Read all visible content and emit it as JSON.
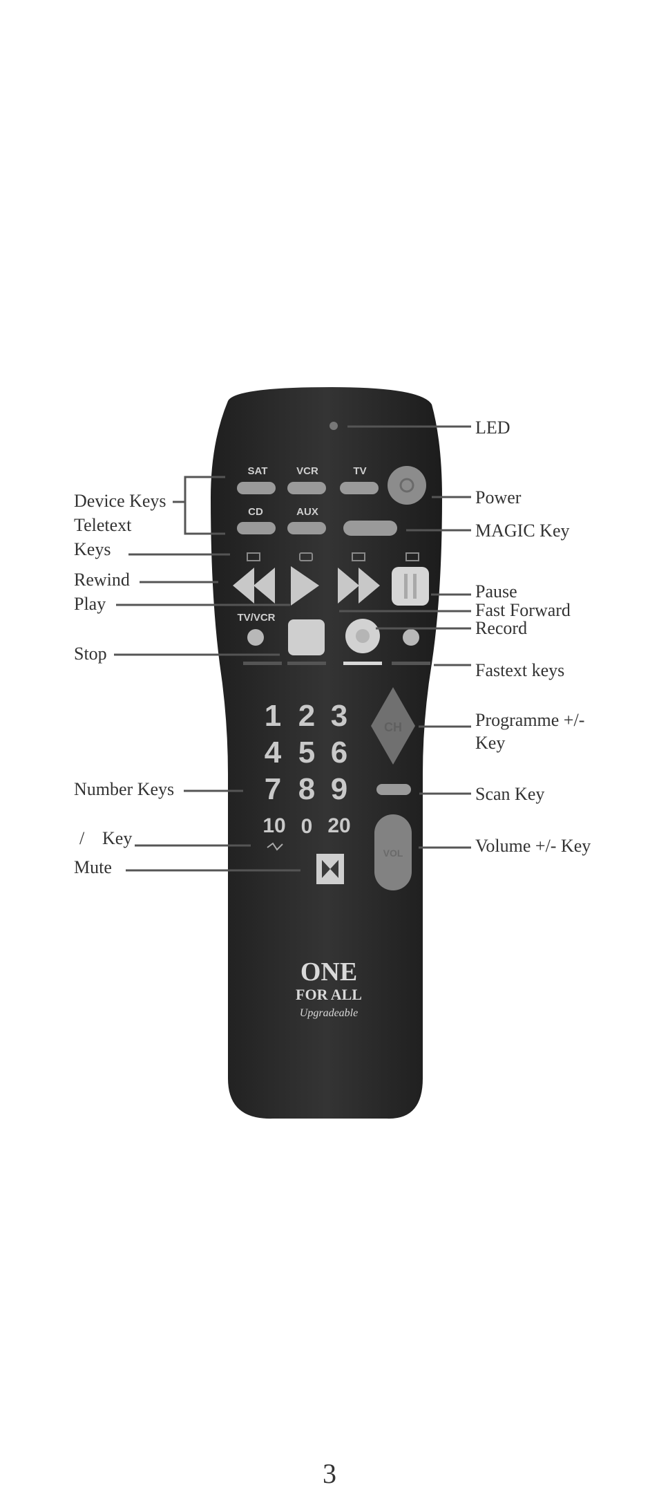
{
  "remote": {
    "device_keys": {
      "sat": "SAT",
      "vcr": "VCR",
      "tv": "TV",
      "cd": "CD",
      "aux": "AUX"
    },
    "tv_vcr": "TV/VCR",
    "numbers": [
      "1",
      "2",
      "3",
      "4",
      "5",
      "6",
      "7",
      "8",
      "9",
      "10",
      "0",
      "20"
    ],
    "ch_key": "CH",
    "vol_key": "VOL",
    "brand_line1": "ONE",
    "brand_line2": "FOR ALL",
    "brand_line3": "Upgradeable"
  },
  "labels_left": {
    "device_keys": "Device Keys",
    "teletext_line1": "Teletext",
    "teletext_line2": "Keys",
    "rewind": "Rewind",
    "play": "Play",
    "stop": "Stop",
    "number_keys": "Number Keys",
    "slash_key_symbol": "/",
    "slash_key_word": "Key",
    "mute": "Mute"
  },
  "labels_right": {
    "led": "LED",
    "power": "Power",
    "magic_key": "MAGIC Key",
    "pause": "Pause",
    "fast_forward": "Fast Forward",
    "record": "Record",
    "fastext_keys": "Fastext keys",
    "programme_line1": "Programme +/-",
    "programme_line2": "Key",
    "scan_key": "Scan Key",
    "volume_key": "Volume +/- Key"
  },
  "page_number": "3",
  "colors": {
    "remote_body": "#2b2b2b",
    "button_grey": "#9a9a9a",
    "button_light": "#d8d8d8",
    "leader_line": "#555555"
  }
}
